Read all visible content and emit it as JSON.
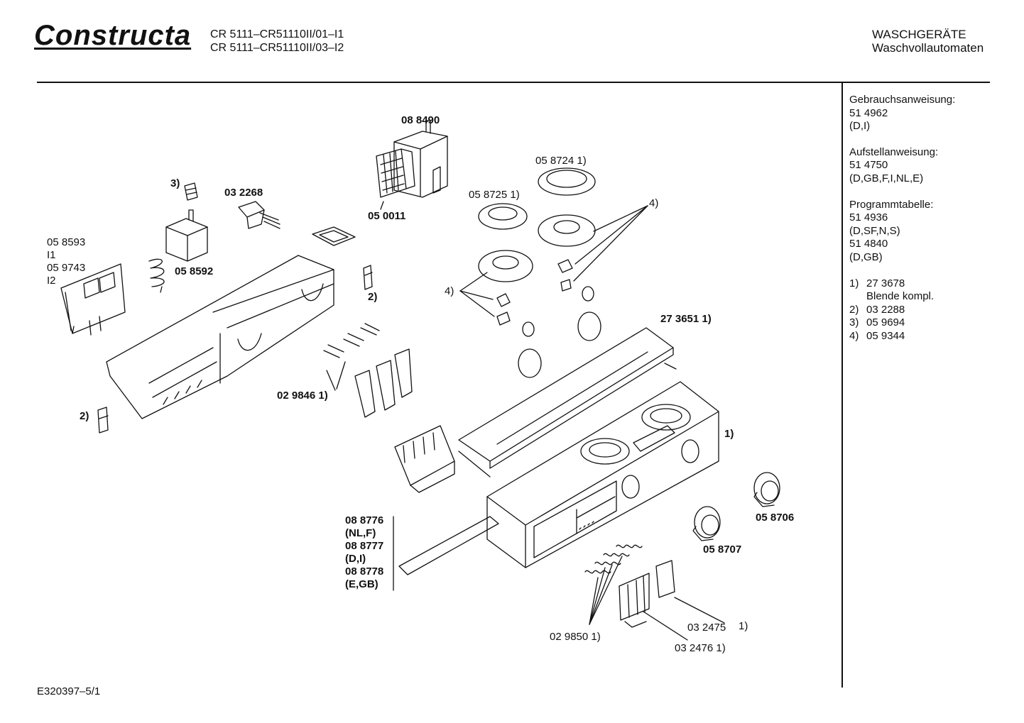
{
  "header": {
    "brand": "Constructa",
    "models": [
      "CR 5111–CR51110II/01–I1",
      "CR 5111–CR51110II/03–I2"
    ],
    "category": "WASCHGERÄTE",
    "subcategory": "Waschvollautomaten"
  },
  "sidebar": {
    "usage_title": "Gebrauchsanweisung:",
    "usage_number": "51 4962",
    "usage_langs": "(D,I)",
    "install_title": "Aufstellanweisung:",
    "install_number": "51 4750",
    "install_langs": "(D,GB,F,I,NL,E)",
    "program_title": "Programmtabelle:",
    "program_number_1": "51 4936",
    "program_langs_1": "(D,SF,N,S)",
    "program_number_2": "51 4840",
    "program_langs_2": "(D,GB)",
    "footnotes": [
      {
        "mark": "1)",
        "text": "27 3678"
      },
      {
        "mark": "",
        "text": "Blende kompl."
      },
      {
        "mark": "2)",
        "text": "03 2288"
      },
      {
        "mark": "3)",
        "text": "05 9694"
      },
      {
        "mark": "4)",
        "text": "05 9344"
      }
    ]
  },
  "part_labels": {
    "p088490": "08 8490",
    "p050011": "05 0011",
    "p058724": "05 8724 1)",
    "p058725": "05 8725 1)",
    "fn4_upper": "4)",
    "fn4_left": "4)",
    "fn3": "3)",
    "p032268": "03 2268",
    "p058593": "05 8593",
    "i1": "I1",
    "p059743": "05 9743",
    "i2": "I2",
    "p058592": "05 8592",
    "fn2_upper": "2)",
    "fn2_lower": "2)",
    "p273651": "27 3651 1)",
    "p029846": "02 9846 1)",
    "fn1_panel": "1)",
    "p058706": "05 8706",
    "p058707": "05 8707",
    "p088776": "08 8776",
    "nlf": "(NL,F)",
    "p088777": "08 8777",
    "di": "(D,I)",
    "p088778": "08 8778",
    "egb": "(E,GB)",
    "p029850": "02 9850 1)",
    "p032475": "03 2475",
    "p032475_fn": "1)",
    "p032476": "03 2476 1)"
  },
  "footer": {
    "doc_id": "E320397–5/1"
  }
}
